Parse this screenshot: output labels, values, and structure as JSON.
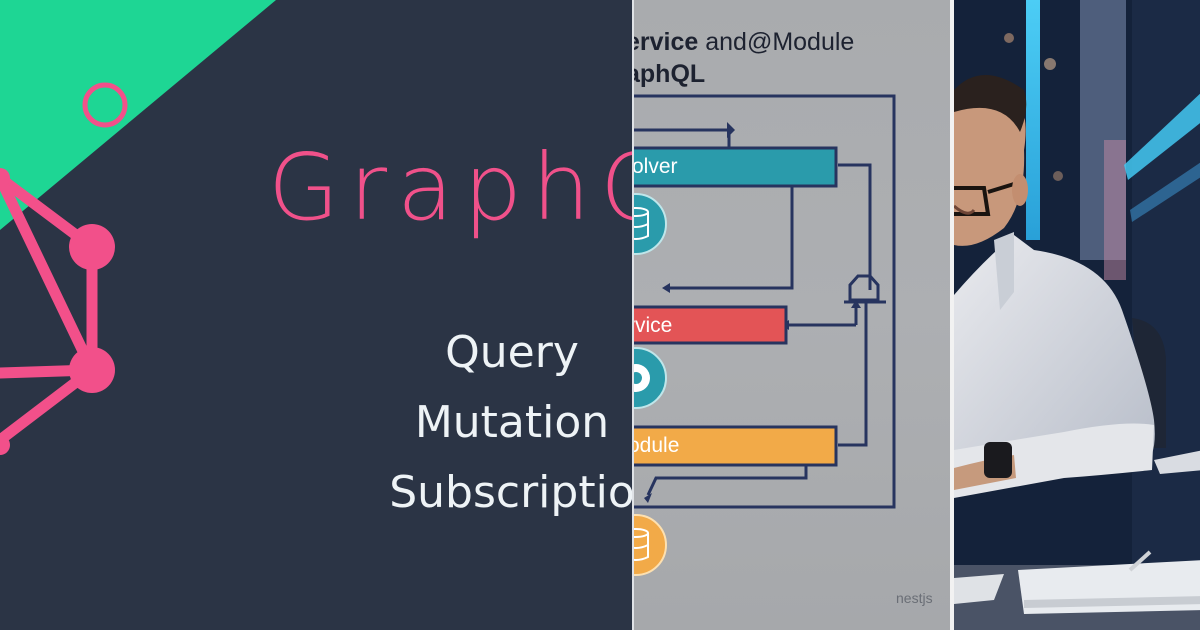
{
  "graphql_card": {
    "title": "GraphQ",
    "operations": [
      "Query",
      "Mutation",
      "Subscriptio"
    ],
    "colors": {
      "background": "#2b3445",
      "accent_green": "#1ed694",
      "logo_pink": "#f2508a",
      "text_light": "#eef3f6"
    }
  },
  "diagram_panel": {
    "title_line1_bold": "ervice",
    "title_line1_rest": " and@Module",
    "title_line2": "aphQL",
    "boxes": [
      {
        "label": "olver",
        "color": "#2a9bab"
      },
      {
        "label": "rvice",
        "color": "#e35456"
      },
      {
        "label": "odule",
        "color": "#f2aa48"
      }
    ],
    "icons": [
      "database-icon",
      "gear-icon",
      "database-icon"
    ],
    "footer_logo": "nestjs",
    "colors": {
      "background": "#abadb0",
      "line": "#27345f"
    }
  },
  "photo_panel": {
    "description": "Illustrated smiling developer with glasses in white shirt seated at desk, neon city background"
  }
}
